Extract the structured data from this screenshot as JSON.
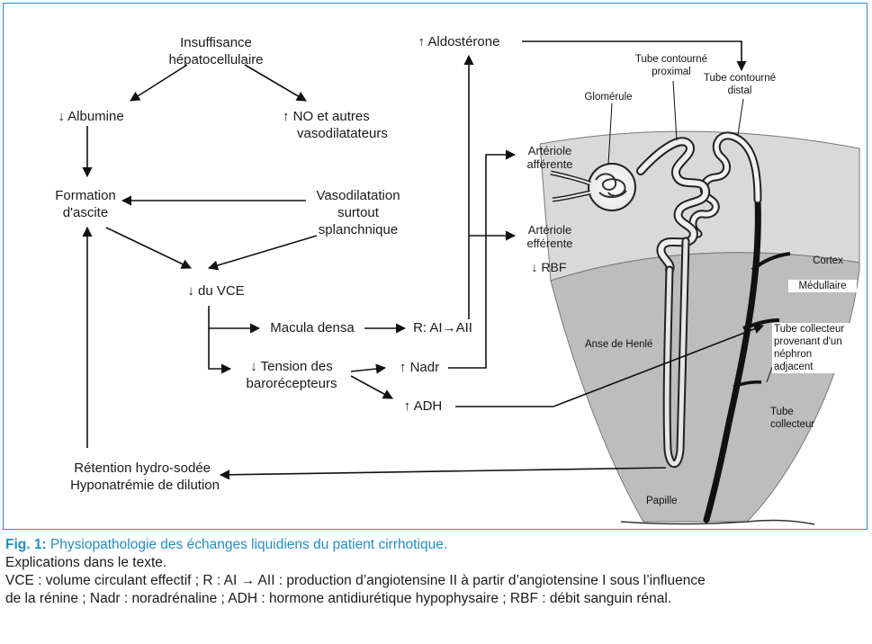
{
  "colors": {
    "accent": "#1f8fc9",
    "line": "#111111",
    "cortex": "#d7d7d7",
    "medulla": "#b9b9b9"
  },
  "nodes": {
    "insuffisance_l1": "Insuffisance",
    "insuffisance_l2": "hépatocellulaire",
    "albumine": "↓ Albumine",
    "no_l1": "↑ NO et autres",
    "no_l2": "vasodilatateurs",
    "formation_l1": "Formation",
    "formation_l2": "d'ascite",
    "vasodil_l1": "Vasodilatation",
    "vasodil_l2": "surtout",
    "vasodil_l3": "splanchnique",
    "vce": "↓ du VCE",
    "macula": "Macula densa",
    "renine": "R: AI→AII",
    "tension_l1": "↓ Tension des",
    "tension_l2": "barorécepteurs",
    "nadr": "↑ Nadr",
    "adh": "↑ ADH",
    "aldosterone": "↑ Aldostérone",
    "art_aff_l1": "Artériole",
    "art_aff_l2": "afférente",
    "art_eff_l1": "Artériole",
    "art_eff_l2": "efférente",
    "rbf": "↓ RBF",
    "retention_l1": "Rétention hydro-sodée",
    "retention_l2": "Hyponatrémie de dilution"
  },
  "anatomy": {
    "tcp_l1": "Tube contourné",
    "tcp_l2": "proximal",
    "tcd_l1": "Tube contourné",
    "tcd_l2": "distal",
    "glomerule": "Glomérule",
    "cortex": "Cortex",
    "medullaire": "Médullaire",
    "anse": "Anse de Henlé",
    "collecteur_adj_l1": "Tube collecteur",
    "collecteur_adj_l2": "provenant d'un",
    "collecteur_adj_l3": "néphron",
    "collecteur_adj_l4": "adjacent",
    "collecteur_l1": "Tube",
    "collecteur_l2": "collecteur",
    "papille": "Papille"
  },
  "caption": {
    "fig_number": "Fig. 1:",
    "title": " Physiopathologie des échanges liquidiens du patient cirrhotique.",
    "line2": "Explications dans le texte.",
    "line3": "VCE : volume circulant effectif ; R : AI → AII : production d’angiotensine II à partir d’angiotensine I sous l’influence",
    "line4": "de la rénine ; Nadr : noradrénaline ; ADH : hormone antidiurétique hypophysaire ; RBF : débit sanguin rénal."
  }
}
